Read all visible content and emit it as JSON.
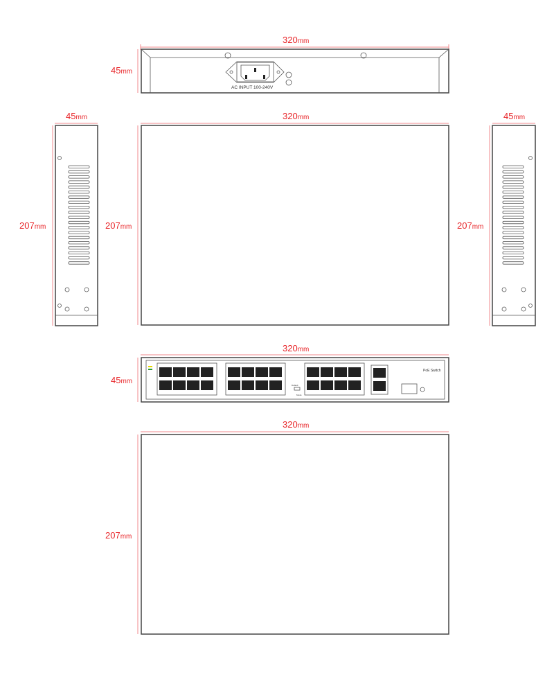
{
  "dimensions": {
    "width": "320",
    "height": "45",
    "depth": "207",
    "unit": "mm"
  },
  "rear_panel": {
    "power_label": "AC INPUT 100-240V"
  },
  "front_panel": {
    "product_label": "PoE Switch",
    "switch_label": "Default",
    "mode_label": "Mode"
  },
  "colors": {
    "dimension": "#e8262a",
    "outline": "#444444",
    "port": "#222222"
  }
}
